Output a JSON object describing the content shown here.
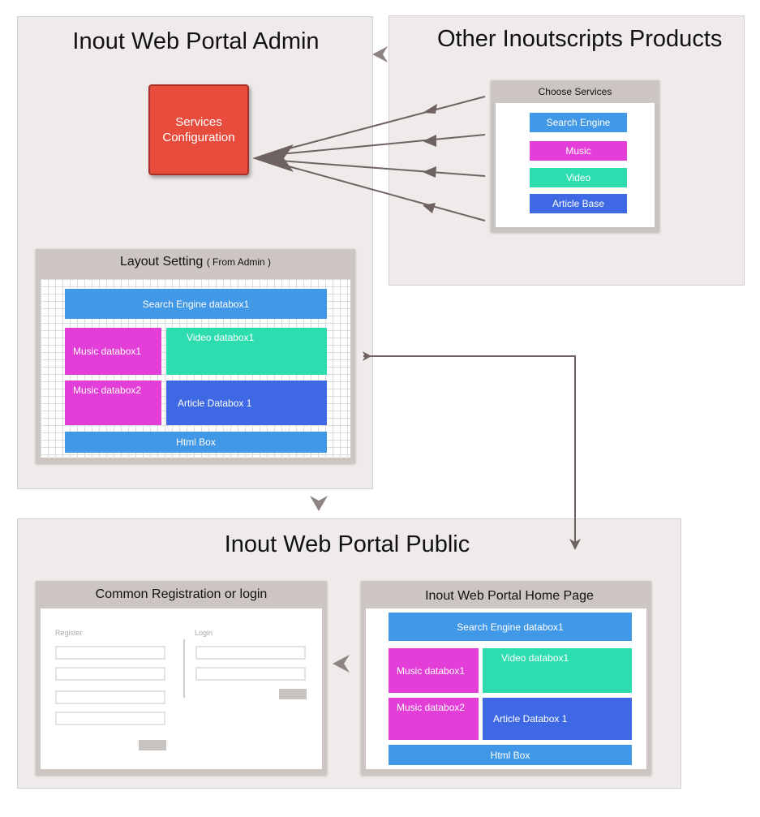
{
  "admin": {
    "title": "Inout Web Portal Admin",
    "services_config": {
      "line1": "Services",
      "line2": "Configuration"
    },
    "layout": {
      "title": "Layout Setting",
      "subtitle": "( From Admin )",
      "boxes": {
        "search": "Search Engine databox1",
        "music1": "Music databox1",
        "video": "Video databox1",
        "music2": "Music databox2",
        "article": "Article Databox 1",
        "html": "Html Box"
      }
    }
  },
  "products": {
    "title": "Other Inoutscripts Products",
    "choose_title": "Choose Services",
    "services": [
      "Search Engine",
      "Music",
      "Video",
      "Article Base"
    ]
  },
  "public": {
    "title": "Inout Web Portal Public",
    "registration": {
      "title": "Common Registration or login",
      "register_label": "Register",
      "login_label": "Login"
    },
    "home": {
      "title": "Inout Web Portal Home Page",
      "boxes": {
        "search": "Search Engine databox1",
        "music1": "Music databox1",
        "video": "Video databox1",
        "music2": "Music databox2",
        "article": "Article Databox 1",
        "html": "Html Box"
      }
    }
  },
  "colors": {
    "red": "#e84c3d",
    "blue": "#4198e6",
    "magenta": "#e33ed8",
    "teal": "#2dddb0",
    "indigo": "#3f69e4",
    "arrow": "#6f6361"
  }
}
